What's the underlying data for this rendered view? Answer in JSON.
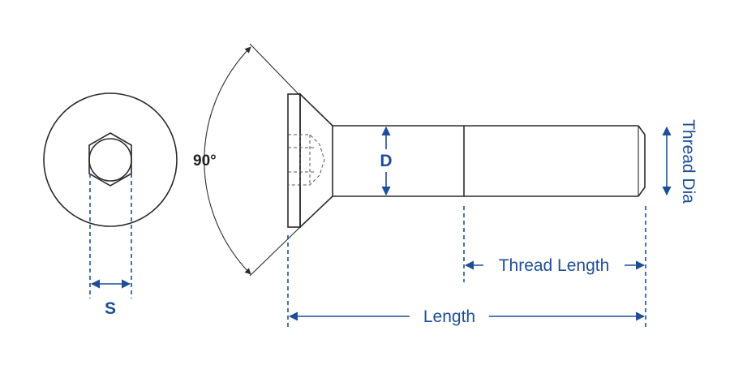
{
  "labels": {
    "s": "S",
    "angle": "90°",
    "d": "D",
    "thread_length": "Thread Length",
    "length": "Length",
    "thread_dia": "Thread Dia"
  },
  "colors": {
    "dimension": "#1f4e96",
    "outline": "#2a2a2a"
  }
}
